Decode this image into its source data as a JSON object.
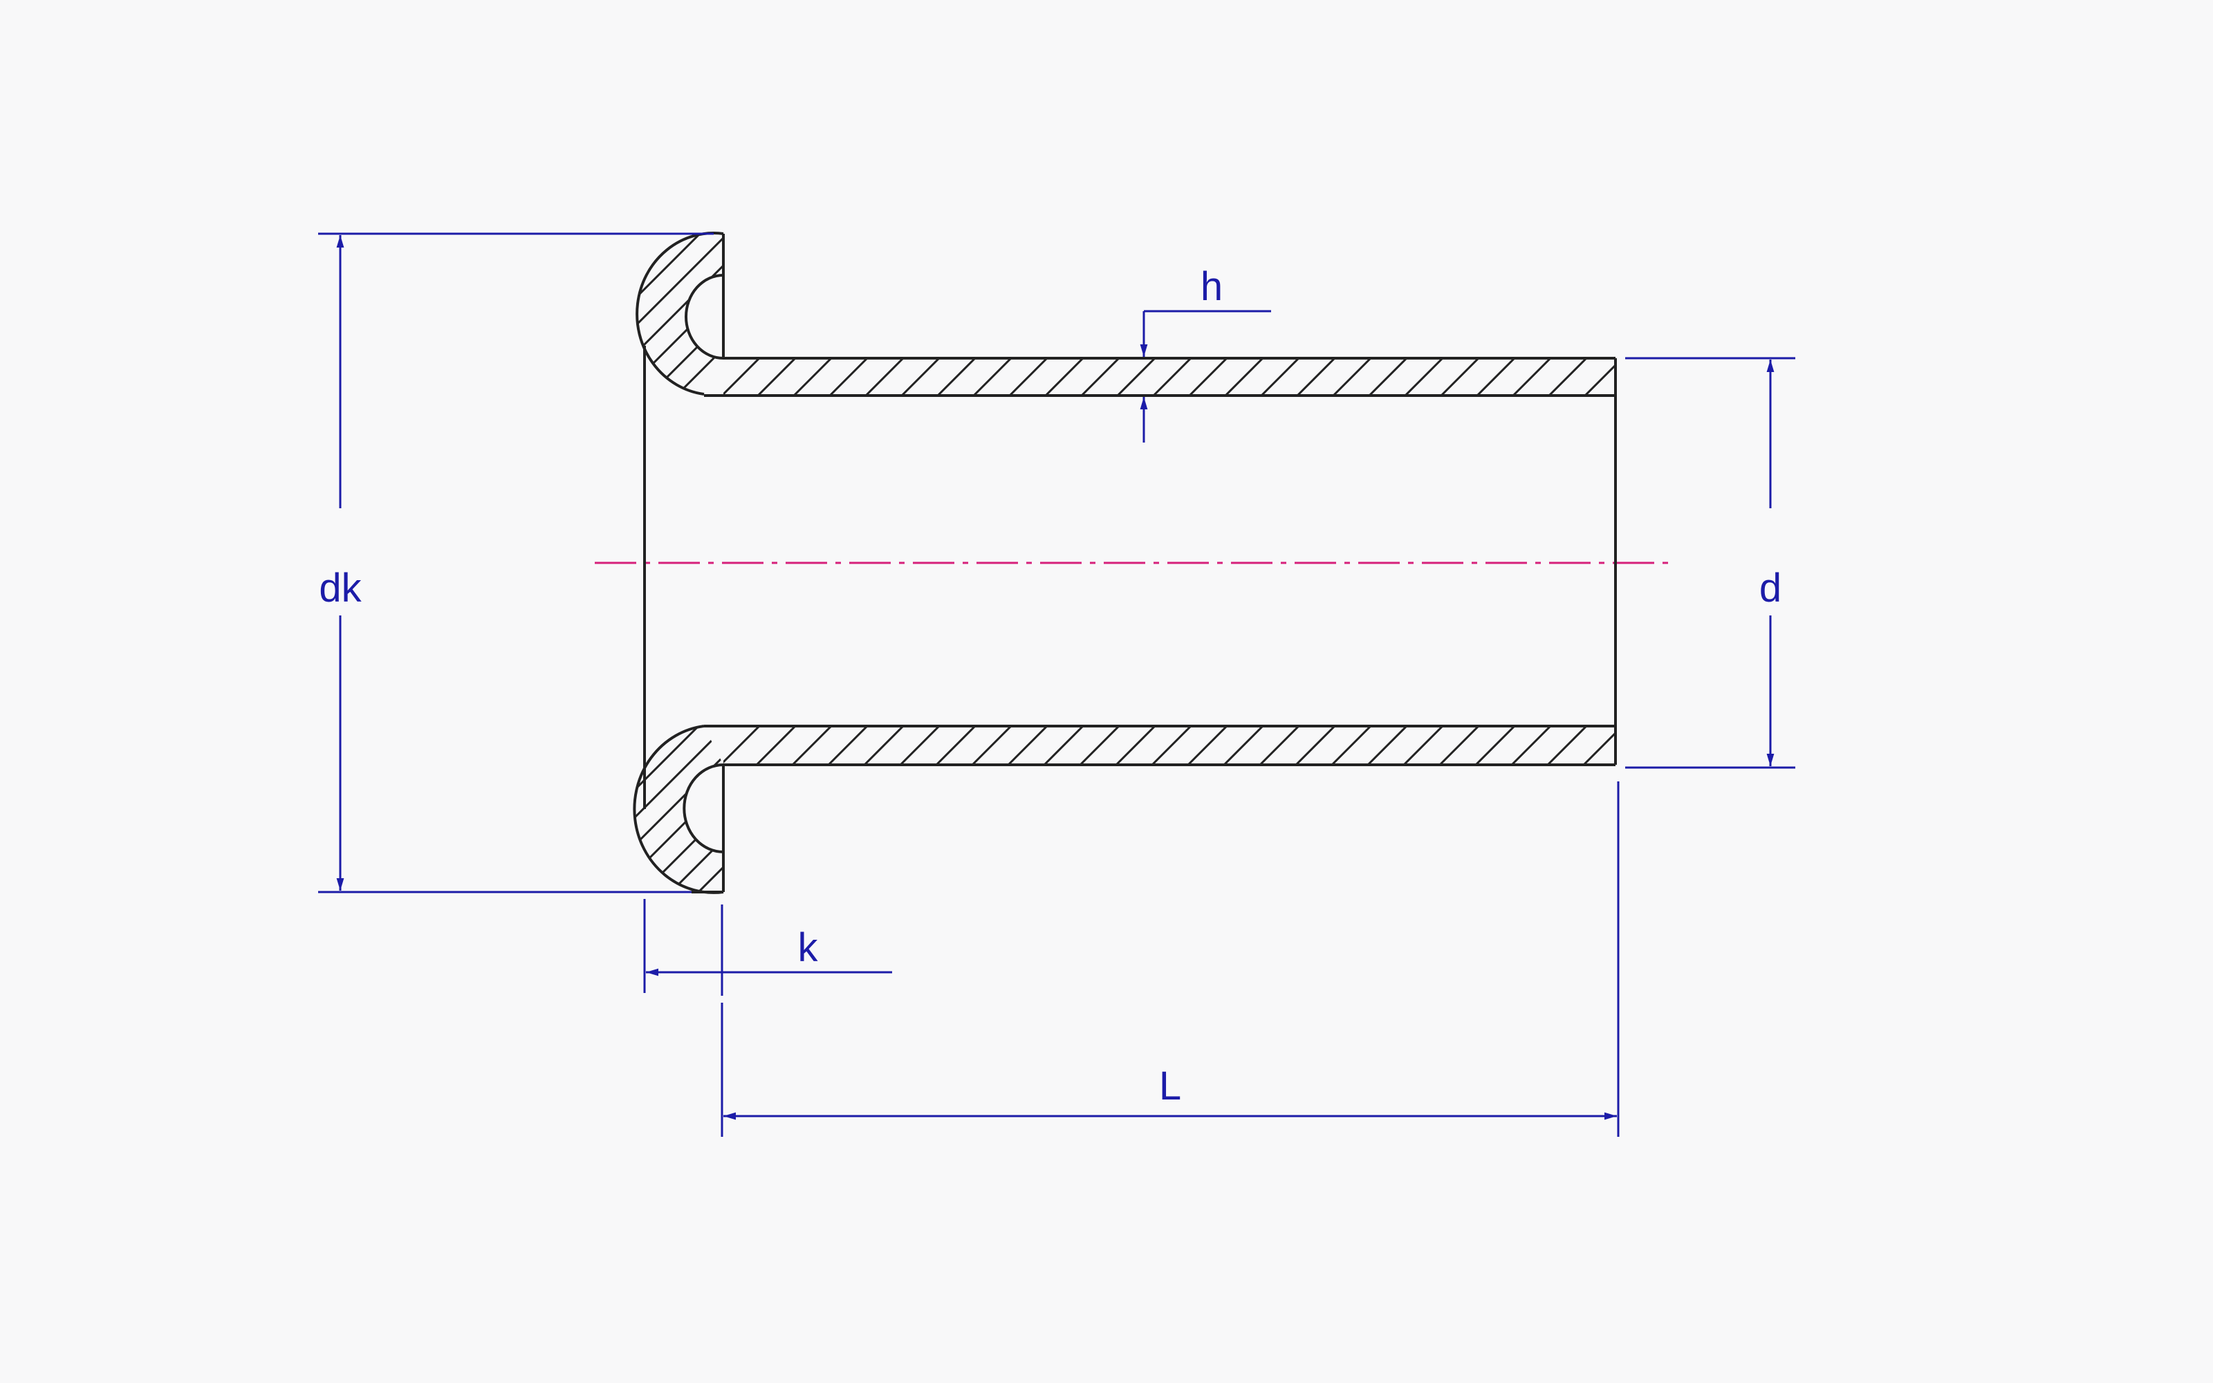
{
  "labels": {
    "dk": "dk",
    "d": "d",
    "h": "h",
    "k": "k",
    "L": "L"
  },
  "colors": {
    "background": "#f8f8f9",
    "outline": "#222222",
    "dimension": "#1c1ca8",
    "centerline": "#d6207a"
  }
}
